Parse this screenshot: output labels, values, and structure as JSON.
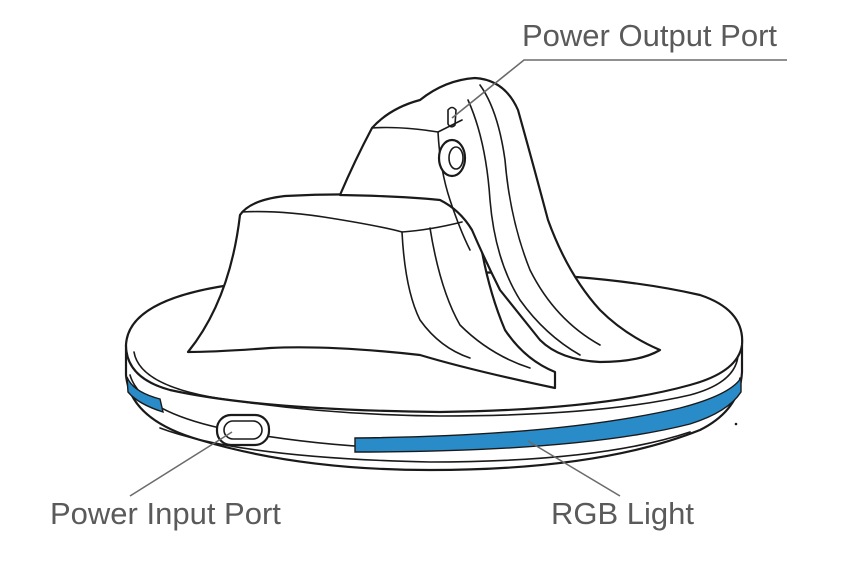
{
  "labels": {
    "power_output_port": "Power Output Port",
    "power_input_port": "Power Input Port",
    "rgb_light": "RGB Light"
  },
  "colors": {
    "rgb_light": "#2a8bc9",
    "outline": "#1a1a1a",
    "label_text": "#5a5a5a",
    "leader": "#6b6b6b"
  }
}
